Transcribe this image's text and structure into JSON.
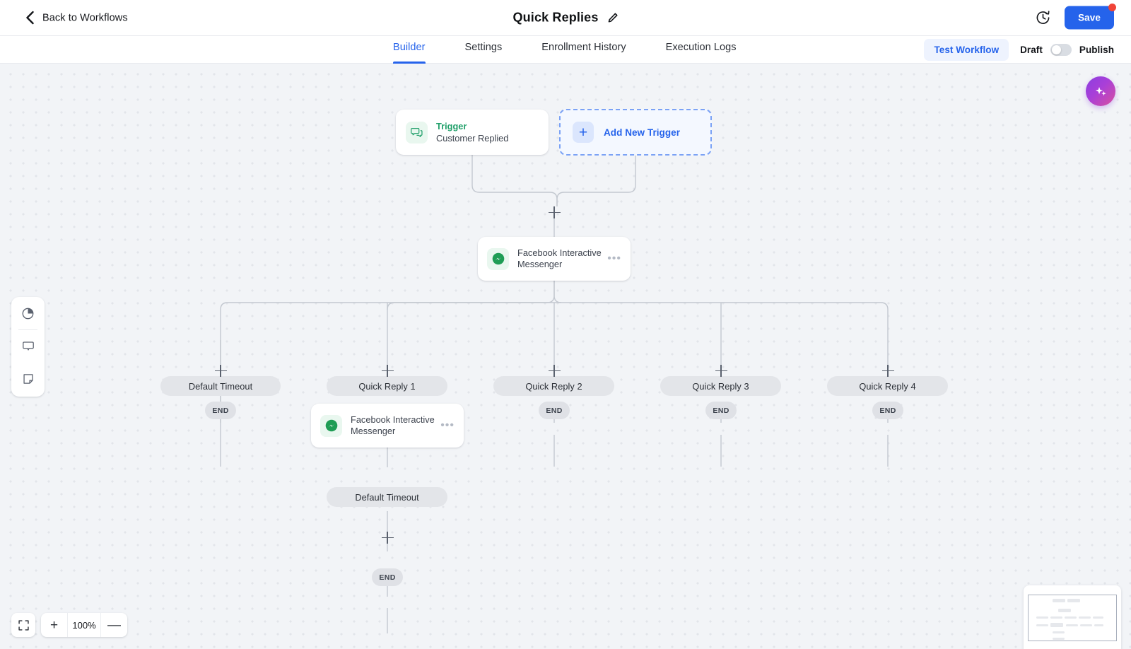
{
  "topbar": {
    "back_label": "Back to Workflows",
    "back_icon": "chevron-left-icon",
    "title": "Quick Replies",
    "edit_icon": "pencil-icon",
    "history_icon": "clock-history-icon",
    "save_label": "Save",
    "save_color": "#2563eb",
    "notification_dot_color": "#f04438"
  },
  "tabs": {
    "items": [
      {
        "label": "Builder",
        "active": true
      },
      {
        "label": "Settings",
        "active": false
      },
      {
        "label": "Enrollment History",
        "active": false
      },
      {
        "label": "Execution Logs",
        "active": false
      }
    ],
    "active_color": "#2563eb",
    "test_workflow_label": "Test Workflow",
    "draft_label": "Draft",
    "publish_label": "Publish",
    "toggle_state": "draft"
  },
  "canvas": {
    "background": "#f2f4f7",
    "dot_color": "#e2e5ea",
    "ai_button_icon": "sparkle-ai-icon"
  },
  "tool_panel": {
    "items": [
      {
        "icon": "analytics-pie-icon",
        "name": "analytics"
      },
      {
        "icon": "comment-bubble-icon",
        "name": "comments"
      },
      {
        "icon": "note-sticky-icon",
        "name": "notes"
      }
    ]
  },
  "zoom_controls": {
    "fit_icon": "fit-to-screen-icon",
    "zoom_in_label": "+",
    "zoom_level": "100%",
    "zoom_out_label": "—"
  },
  "workflow": {
    "trigger": {
      "kicker": "Trigger",
      "subtitle": "Customer Replied",
      "icon": "chat-bubbles-icon",
      "icon_color": "#22a06b"
    },
    "add_trigger": {
      "label": "Add New Trigger",
      "icon": "plus-icon",
      "color": "#2563eb"
    },
    "messenger_node_1": {
      "title": "Facebook Interactive Messenger",
      "icon": "facebook-messenger-icon",
      "menu_icon": "ellipsis-icon"
    },
    "messenger_node_2": {
      "title": "Facebook Interactive Messenger",
      "icon": "facebook-messenger-icon",
      "menu_icon": "ellipsis-icon"
    },
    "branches": [
      {
        "label": "Default Timeout",
        "end_label": "END"
      },
      {
        "label": "Quick Reply 1",
        "end_label": "END"
      },
      {
        "label": "Quick Reply 2",
        "end_label": "END"
      },
      {
        "label": "Quick Reply 3",
        "end_label": "END"
      },
      {
        "label": "Quick Reply 4",
        "end_label": "END"
      }
    ],
    "sub_branch": {
      "label": "Default Timeout",
      "end_label": "END"
    }
  }
}
